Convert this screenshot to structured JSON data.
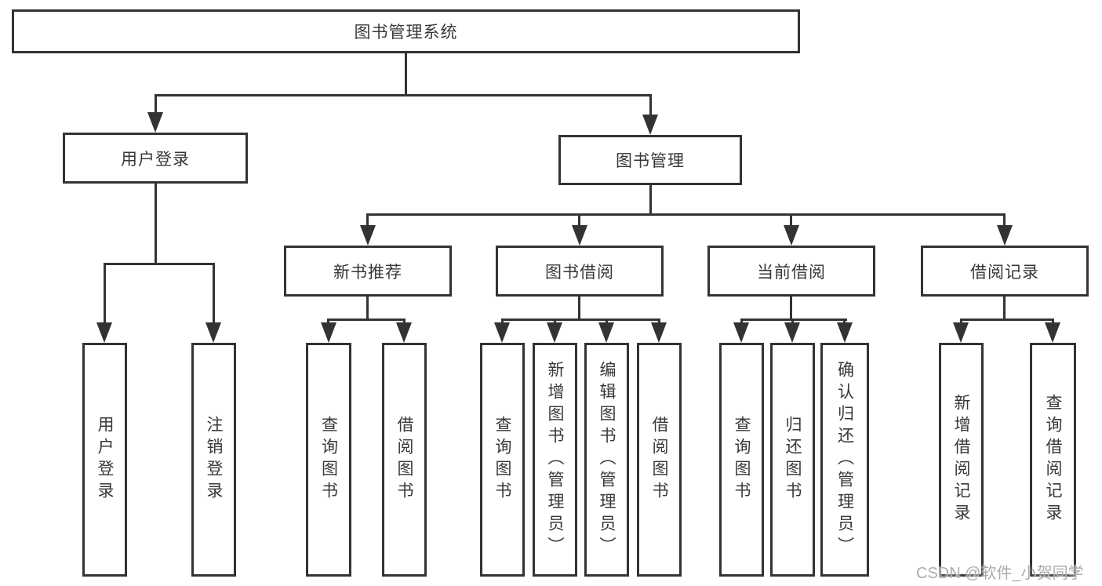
{
  "diagram": {
    "root": {
      "label": "图书管理系统"
    },
    "level1": [
      {
        "label": "用户登录"
      },
      {
        "label": "图书管理"
      }
    ],
    "level2": [
      {
        "label": "新书推荐"
      },
      {
        "label": "图书借阅"
      },
      {
        "label": "当前借阅"
      },
      {
        "label": "借阅记录"
      }
    ],
    "leaves": [
      {
        "label": "用户登录"
      },
      {
        "label": "注销登录"
      },
      {
        "label": "查询图书"
      },
      {
        "label": "借阅图书"
      },
      {
        "label": "查询图书"
      },
      {
        "label": "新增图书（管理员）"
      },
      {
        "label": "编辑图书（管理员）"
      },
      {
        "label": "借阅图书"
      },
      {
        "label": "查询图书"
      },
      {
        "label": "归还图书"
      },
      {
        "label": "确认归还（管理员）"
      },
      {
        "label": "新增借阅记录"
      },
      {
        "label": "查询借阅记录"
      }
    ],
    "hierarchy": {
      "图书管理系统": {
        "用户登录": [
          "用户登录",
          "注销登录"
        ],
        "图书管理": {
          "新书推荐": [
            "查询图书",
            "借阅图书"
          ],
          "图书借阅": [
            "查询图书",
            "新增图书（管理员）",
            "编辑图书（管理员）",
            "借阅图书"
          ],
          "当前借阅": [
            "查询图书",
            "归还图书",
            "确认归还（管理员）"
          ],
          "借阅记录": [
            "新增借阅记录",
            "查询借阅记录"
          ]
        }
      }
    }
  },
  "watermark": {
    "text": "CSDN @软件_小贺同学"
  },
  "colors": {
    "line": "#333333",
    "text": "#383838",
    "box_background": "#ffffff",
    "watermark": "#ababab",
    "background": "#ffffff"
  }
}
